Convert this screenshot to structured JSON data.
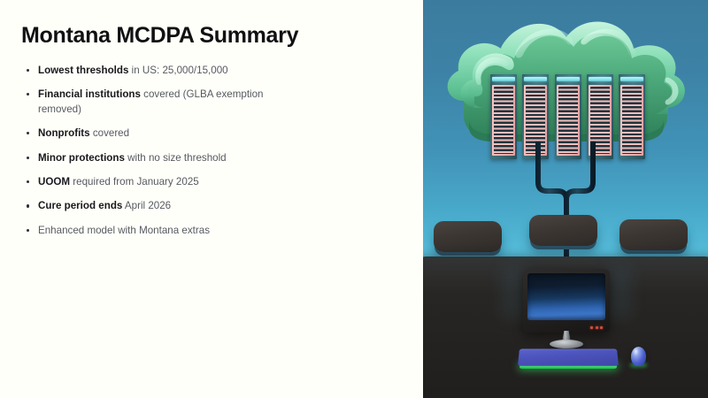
{
  "slide": {
    "title": "Montana MCDPA Summary",
    "bullets": [
      {
        "lead": "Lowest thresholds",
        "rest": " in US: 25,000/15,000"
      },
      {
        "lead": "Financial institutions",
        "rest": " covered (GLBA exemption removed)"
      },
      {
        "lead": "Nonprofits",
        "rest": " covered"
      },
      {
        "lead": "Minor protections",
        "rest": " with no size threshold"
      },
      {
        "lead": "UOOM",
        "rest": " required from January 2025"
      },
      {
        "lead": "Cure period ends",
        "rest": " April 2026"
      },
      {
        "lead": "",
        "rest": "Enhanced model with Montana extras"
      }
    ]
  },
  "illustration": {
    "alt": "3D render of a green cloud containing five server racks connected by cables to a desk with a monitor, keyboard and mouse",
    "elements": {
      "cloud": "cloud-outline",
      "servers": "server-rack",
      "server_count": 5,
      "cables": "cable",
      "pads": "floating-pad",
      "pad_count": 3,
      "desk": "desk-surface",
      "monitor": "computer-monitor",
      "keyboard": "keyboard",
      "mouse": "computer-mouse"
    },
    "colors": {
      "sky_top": "#3b7c9e",
      "sky_bottom": "#5fc7e0",
      "cloud_light": "#a9ecd0",
      "cloud_mid": "#63c999",
      "cloud_dark": "#3f9a71",
      "rack_face": "#f2b5b4",
      "rack_body": "#33626d",
      "rack_light": "#8fe6ec",
      "cable": "#17313f",
      "desk": "#272523",
      "pad": "#3b3632",
      "screen_blue": "#2f66b4",
      "keyboard_blue": "#4b52ba",
      "glow_green": "#31d45e",
      "led_red": "#d94a36"
    }
  },
  "background": {
    "panel": "#fffffa"
  }
}
